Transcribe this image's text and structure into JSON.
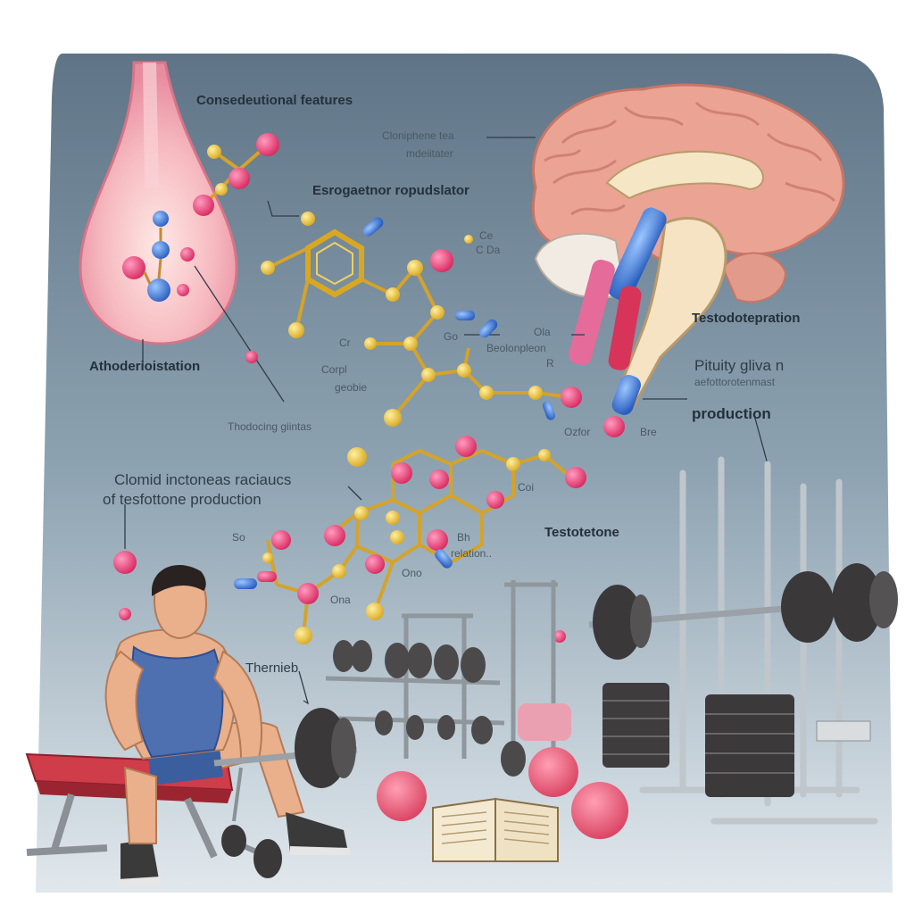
{
  "labels": {
    "conseductional": "Consedeutional features",
    "clomiphene_line1": "Cloniphene tea",
    "clomiphene_line2": "mdeiitater",
    "estrogen": "Esrogaetnor ropudslator",
    "atom_ce": "Ce",
    "atom_cda": "C Da",
    "athodeni": "Athoderioistation",
    "testodote": "Testodotepration",
    "ola": "Ola",
    "beolon": "Beolonpleon",
    "r": "R",
    "cr": "Cr",
    "go": "Go",
    "corp": "Corpl",
    "geob": "geobie",
    "pituity": "Pituity gliva n",
    "pituity2": "aefottorotenmast",
    "production": "production",
    "thodo": "Thodocing giintas",
    "ozfor": "Ozfor",
    "bre": "Bre",
    "clomid1": "Clomid inctoneas raciaucs",
    "clomid2": "of tesfottone production",
    "coi": "Coi",
    "testote": "Testotetone",
    "so": "So",
    "bh": "Bh",
    "relation": "relation..",
    "ona": "Ona",
    "ono": "Ono",
    "thernieb": "Thernieb"
  },
  "colors": {
    "bg_top": "#5d7385",
    "bg_bottom": "#dbe4ea",
    "atom_yellow": "#e8c13c",
    "atom_pink": "#e8457a",
    "atom_blue": "#3b78d8",
    "brain_pink": "#e9a193",
    "bench_red": "#cf3c4a",
    "plate_dark": "#3b3a3b"
  },
  "icons": [
    "brain-icon",
    "gland-icon",
    "molecule-icon",
    "athlete-icon",
    "barbell-icon",
    "book-icon",
    "ball-icon"
  ]
}
